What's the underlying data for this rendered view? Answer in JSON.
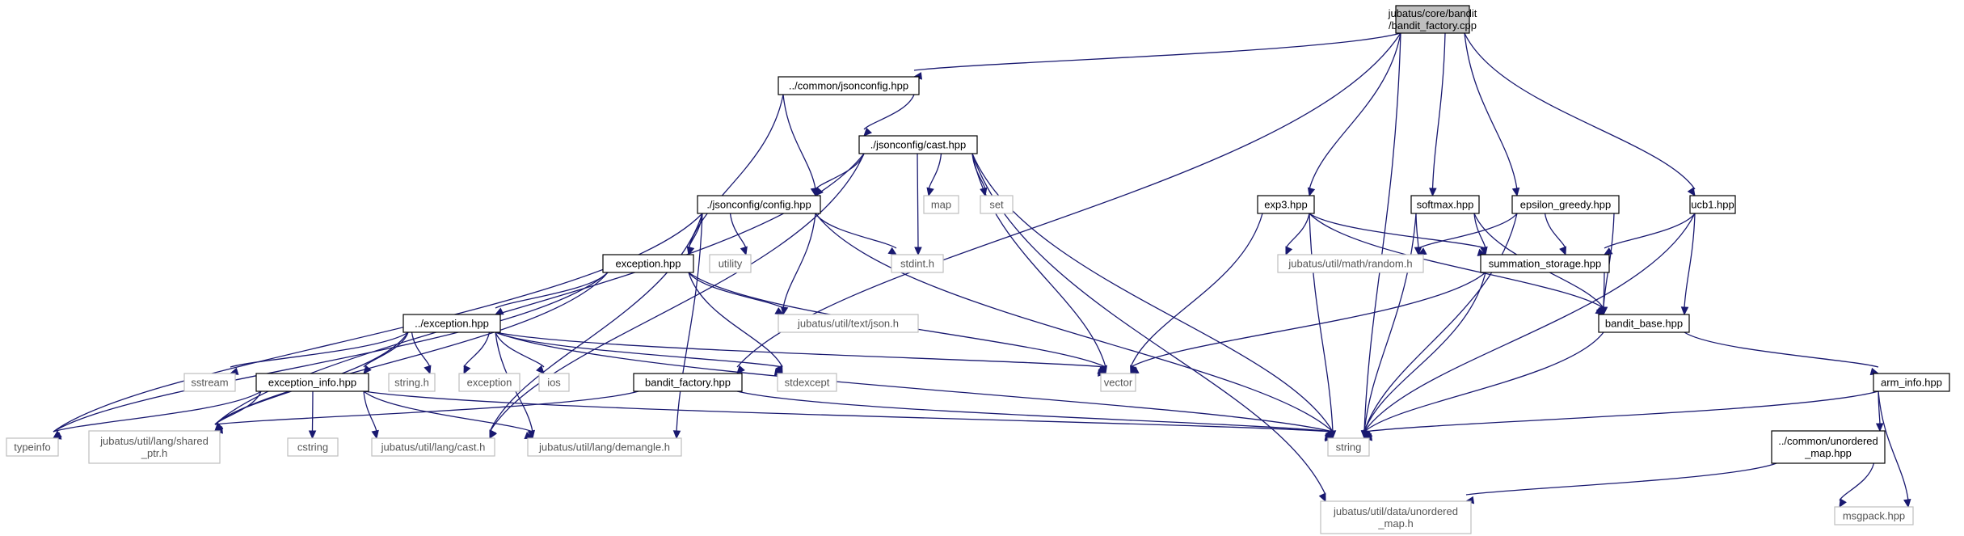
{
  "nodes": [
    {
      "id": "root",
      "lines": [
        "jubatus/core/bandit",
        "/bandit_factory.cpp"
      ],
      "kind": "root"
    },
    {
      "id": "jsonconfig",
      "lines": [
        "../common/jsonconfig.hpp"
      ],
      "kind": "main"
    },
    {
      "id": "cast",
      "lines": [
        "./jsonconfig/cast.hpp"
      ],
      "kind": "main"
    },
    {
      "id": "config",
      "lines": [
        "./jsonconfig/config.hpp"
      ],
      "kind": "main"
    },
    {
      "id": "map",
      "lines": [
        "map"
      ],
      "kind": "ext"
    },
    {
      "id": "set",
      "lines": [
        "set"
      ],
      "kind": "ext"
    },
    {
      "id": "utility",
      "lines": [
        "utility"
      ],
      "kind": "ext"
    },
    {
      "id": "stdint",
      "lines": [
        "stdint.h"
      ],
      "kind": "ext"
    },
    {
      "id": "exception_hpp",
      "lines": [
        "exception.hpp"
      ],
      "kind": "main"
    },
    {
      "id": "json_h",
      "lines": [
        "jubatus/util/text/json.h"
      ],
      "kind": "ext"
    },
    {
      "id": "exception_dd",
      "lines": [
        "../exception.hpp"
      ],
      "kind": "main"
    },
    {
      "id": "sstream",
      "lines": [
        "sstream"
      ],
      "kind": "ext"
    },
    {
      "id": "exception_info",
      "lines": [
        "exception_info.hpp"
      ],
      "kind": "main"
    },
    {
      "id": "string_h",
      "lines": [
        "string.h"
      ],
      "kind": "ext"
    },
    {
      "id": "exception",
      "lines": [
        "exception"
      ],
      "kind": "ext"
    },
    {
      "id": "ios",
      "lines": [
        "ios"
      ],
      "kind": "ext"
    },
    {
      "id": "stdexcept",
      "lines": [
        "stdexcept"
      ],
      "kind": "ext"
    },
    {
      "id": "bandit_factory_hpp",
      "lines": [
        "bandit_factory.hpp"
      ],
      "kind": "main"
    },
    {
      "id": "vector",
      "lines": [
        "vector"
      ],
      "kind": "ext"
    },
    {
      "id": "typeinfo",
      "lines": [
        "typeinfo"
      ],
      "kind": "ext"
    },
    {
      "id": "shared_ptr",
      "lines": [
        "jubatus/util/lang/shared",
        "_ptr.h"
      ],
      "kind": "ext"
    },
    {
      "id": "cstring",
      "lines": [
        "cstring"
      ],
      "kind": "ext"
    },
    {
      "id": "cast_h",
      "lines": [
        "jubatus/util/lang/cast.h"
      ],
      "kind": "ext"
    },
    {
      "id": "demangle",
      "lines": [
        "jubatus/util/lang/demangle.h"
      ],
      "kind": "ext"
    },
    {
      "id": "string",
      "lines": [
        "string"
      ],
      "kind": "ext"
    },
    {
      "id": "exp3",
      "lines": [
        "exp3.hpp"
      ],
      "kind": "main"
    },
    {
      "id": "softmax",
      "lines": [
        "softmax.hpp"
      ],
      "kind": "main"
    },
    {
      "id": "epsilon",
      "lines": [
        "epsilon_greedy.hpp"
      ],
      "kind": "main"
    },
    {
      "id": "ucb1",
      "lines": [
        "ucb1.hpp"
      ],
      "kind": "main"
    },
    {
      "id": "random",
      "lines": [
        "jubatus/util/math/random.h"
      ],
      "kind": "ext"
    },
    {
      "id": "summation",
      "lines": [
        "summation_storage.hpp"
      ],
      "kind": "main"
    },
    {
      "id": "bandit_base",
      "lines": [
        "bandit_base.hpp"
      ],
      "kind": "main"
    },
    {
      "id": "arm_info",
      "lines": [
        "arm_info.hpp"
      ],
      "kind": "main"
    },
    {
      "id": "unordered_map_hpp",
      "lines": [
        "../common/unordered",
        "_map.hpp"
      ],
      "kind": "main"
    },
    {
      "id": "unordered_map_h",
      "lines": [
        "jubatus/util/data/unordered",
        "_map.h"
      ],
      "kind": "ext"
    },
    {
      "id": "msgpack",
      "lines": [
        "msgpack.hpp"
      ],
      "kind": "ext"
    }
  ],
  "edges": [
    [
      "root",
      "jsonconfig"
    ],
    [
      "root",
      "bandit_factory_hpp"
    ],
    [
      "root",
      "exp3"
    ],
    [
      "root",
      "softmax"
    ],
    [
      "root",
      "epsilon"
    ],
    [
      "root",
      "ucb1"
    ],
    [
      "root",
      "string"
    ],
    [
      "jsonconfig",
      "cast"
    ],
    [
      "jsonconfig",
      "config"
    ],
    [
      "jsonconfig",
      "exception_hpp"
    ],
    [
      "cast",
      "config"
    ],
    [
      "cast",
      "map"
    ],
    [
      "cast",
      "set"
    ],
    [
      "cast",
      "stdint"
    ],
    [
      "cast",
      "vector"
    ],
    [
      "cast",
      "string"
    ],
    [
      "cast",
      "shared_ptr"
    ],
    [
      "cast",
      "cast_h"
    ],
    [
      "cast",
      "unordered_map_h"
    ],
    [
      "config",
      "exception_hpp"
    ],
    [
      "config",
      "utility"
    ],
    [
      "config",
      "stdint"
    ],
    [
      "config",
      "json_h"
    ],
    [
      "config",
      "typeinfo"
    ],
    [
      "config",
      "string"
    ],
    [
      "config",
      "cast_h"
    ],
    [
      "config",
      "demangle"
    ],
    [
      "exception_hpp",
      "exception_dd"
    ],
    [
      "exception_hpp",
      "json_h"
    ],
    [
      "exception_hpp",
      "vector"
    ],
    [
      "exception_hpp",
      "stdexcept"
    ],
    [
      "exception_hpp",
      "typeinfo"
    ],
    [
      "exception_hpp",
      "shared_ptr"
    ],
    [
      "exception_dd",
      "sstream"
    ],
    [
      "exception_dd",
      "exception_info"
    ],
    [
      "exception_dd",
      "string_h"
    ],
    [
      "exception_dd",
      "exception"
    ],
    [
      "exception_dd",
      "ios"
    ],
    [
      "exception_dd",
      "stdexcept"
    ],
    [
      "exception_dd",
      "vector"
    ],
    [
      "exception_dd",
      "string"
    ],
    [
      "exception_dd",
      "shared_ptr"
    ],
    [
      "exception_dd",
      "demangle"
    ],
    [
      "exception_info",
      "typeinfo"
    ],
    [
      "exception_info",
      "shared_ptr"
    ],
    [
      "exception_info",
      "cstring"
    ],
    [
      "exception_info",
      "cast_h"
    ],
    [
      "exception_info",
      "demangle"
    ],
    [
      "exception_info",
      "string"
    ],
    [
      "bandit_factory_hpp",
      "shared_ptr"
    ],
    [
      "bandit_factory_hpp",
      "string"
    ],
    [
      "exp3",
      "vector"
    ],
    [
      "exp3",
      "random"
    ],
    [
      "exp3",
      "summation"
    ],
    [
      "exp3",
      "bandit_base"
    ],
    [
      "exp3",
      "string"
    ],
    [
      "softmax",
      "random"
    ],
    [
      "softmax",
      "summation"
    ],
    [
      "softmax",
      "bandit_base"
    ],
    [
      "softmax",
      "string"
    ],
    [
      "epsilon",
      "random"
    ],
    [
      "epsilon",
      "summation"
    ],
    [
      "epsilon",
      "bandit_base"
    ],
    [
      "epsilon",
      "string"
    ],
    [
      "ucb1",
      "summation"
    ],
    [
      "ucb1",
      "bandit_base"
    ],
    [
      "ucb1",
      "string"
    ],
    [
      "summation",
      "vector"
    ],
    [
      "summation",
      "bandit_base"
    ],
    [
      "summation",
      "string"
    ],
    [
      "bandit_base",
      "arm_info"
    ],
    [
      "bandit_base",
      "string"
    ],
    [
      "arm_info",
      "string"
    ],
    [
      "arm_info",
      "unordered_map_hpp"
    ],
    [
      "arm_info",
      "msgpack"
    ],
    [
      "unordered_map_hpp",
      "unordered_map_h"
    ],
    [
      "unordered_map_hpp",
      "msgpack"
    ]
  ]
}
